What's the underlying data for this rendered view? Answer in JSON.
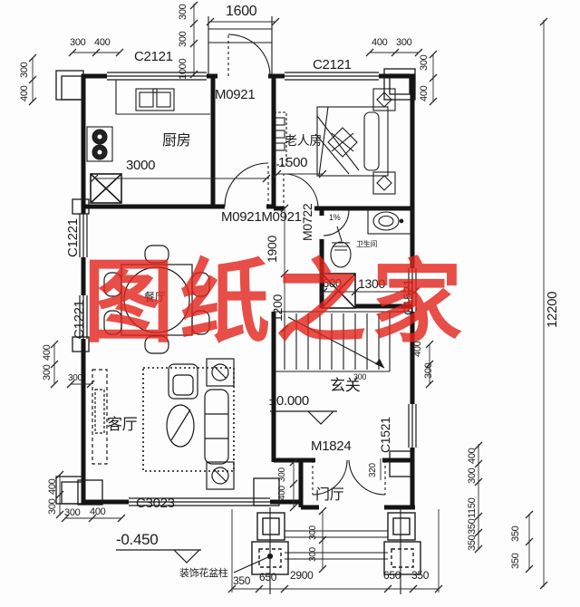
{
  "watermark": {
    "text": "图纸之家",
    "color": "#e2231a"
  },
  "rooms": {
    "kitchen": "厨房",
    "elder": "老人房",
    "dining": "餐厅",
    "living": "客厅",
    "entry": "玄关",
    "foyer": "门厅",
    "bath": "卫生间"
  },
  "levels": {
    "ground": "±0.000",
    "porch": "-0.450"
  },
  "notes": {
    "slope": "1%",
    "planter": "装饰花盆柱"
  },
  "doors": {
    "back": "M0921",
    "pair": "M0921M0921",
    "bath": "M0722",
    "front": "M1824"
  },
  "windows": {
    "kitchen": "C2121",
    "elder": "C2121",
    "left_upper": "C1221",
    "left_lower": "C1221",
    "bath_right": "C1521",
    "entry_right": "C1521",
    "living": "C3023"
  },
  "dims": {
    "overall_height": "12200",
    "porch_width_top": "1600",
    "stack_300a": "300",
    "stack_300b": "300",
    "stack_1000": "1000",
    "tl_300": "300",
    "tl_400": "400",
    "tl_corner_300": "300",
    "tl_corner_400": "400",
    "tr_400": "400",
    "tr_300": "300",
    "tr_corner_300": "300",
    "tr_corner_400": "400",
    "kitchen_3000": "3000",
    "elder_1500": "1500",
    "hall_1900": "1900",
    "hall_1200": "1200",
    "duct_600": "600",
    "bath_1300": "1300",
    "entry_300": "300",
    "left_mid_400": "400",
    "left_mid_300": "300",
    "left_wall_300": "300",
    "left_low_400": "400",
    "left_low_300": "300",
    "bl_300": "300",
    "bl_400": "400",
    "right_mid_400": "400",
    "right_mid_300": "300",
    "porch_320": "320",
    "rc_400": "400",
    "rc_300": "300",
    "rc_1150": "1150",
    "rc_350a": "350",
    "rc_350b": "350",
    "ro_350a": "350",
    "ro_350b": "350",
    "bottom_350l": "350",
    "bottom_650l": "650",
    "bottom_2900": "2900",
    "bottom_650r": "650",
    "bottom_350r": "350",
    "step_300a": "300",
    "step_300b": "300",
    "foyer_300": "300",
    "foyer_400": "400"
  }
}
